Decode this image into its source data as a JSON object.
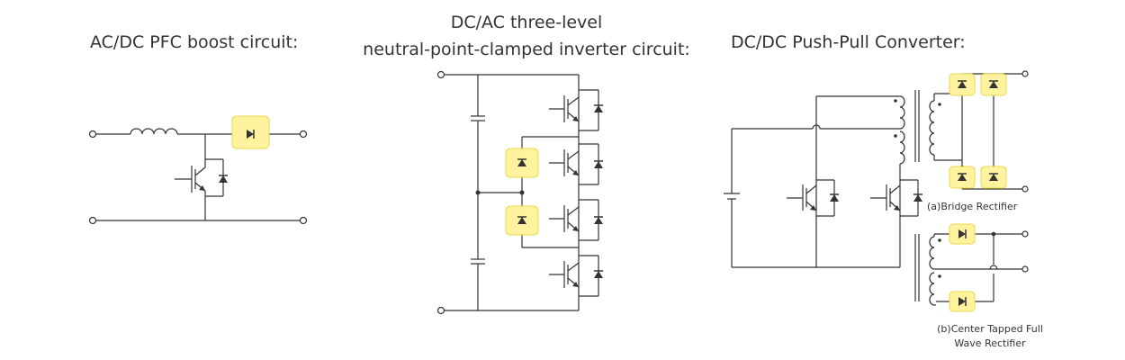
{
  "titles": {
    "pfc": "AC/DC PFC boost circuit:",
    "npc_line1": "DC/AC three-level",
    "npc_line2": "neutral-point-clamped inverter circuit:",
    "pushpull": "DC/DC Push-Pull Converter:"
  },
  "captions": {
    "bridge": "(a)Bridge Rectifier",
    "center_line1": "(b)Center Tapped Full",
    "center_line2": "Wave Rectifier"
  },
  "colors": {
    "wire": "#333333",
    "highlight_fill": "#FFF3A0",
    "highlight_stroke": "#E8D84A",
    "text": "#333333"
  }
}
